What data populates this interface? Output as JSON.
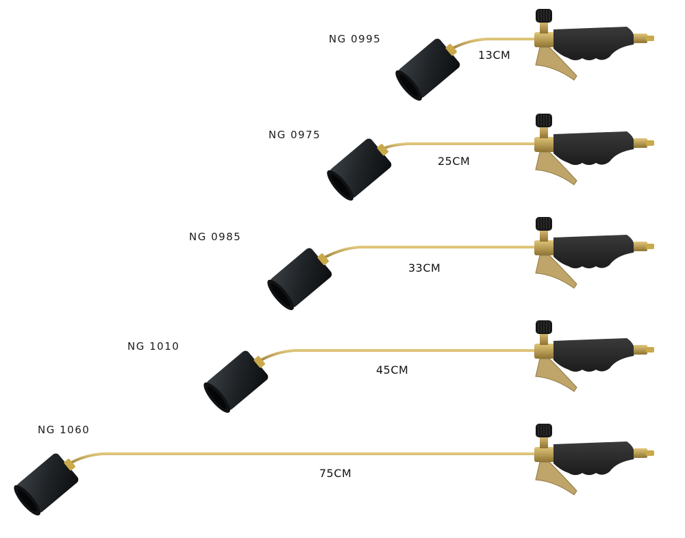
{
  "torches": [
    {
      "model": "NG 0995",
      "length": "13CM"
    },
    {
      "model": "NG 0975",
      "length": "25CM"
    },
    {
      "model": "NG 0985",
      "length": "33CM"
    },
    {
      "model": "NG 1010",
      "length": "45CM"
    },
    {
      "model": "NG 1060",
      "length": "75CM"
    }
  ],
  "colors": {
    "background": "#ffffff",
    "burner_body": "#1f2326",
    "burner_rim": "#101214",
    "brass_tube": "#b8a060",
    "brass_fitting": "#c9a94a",
    "handle": "#1c1c1c",
    "lever": "#bfa56a",
    "knob": "#151515"
  }
}
